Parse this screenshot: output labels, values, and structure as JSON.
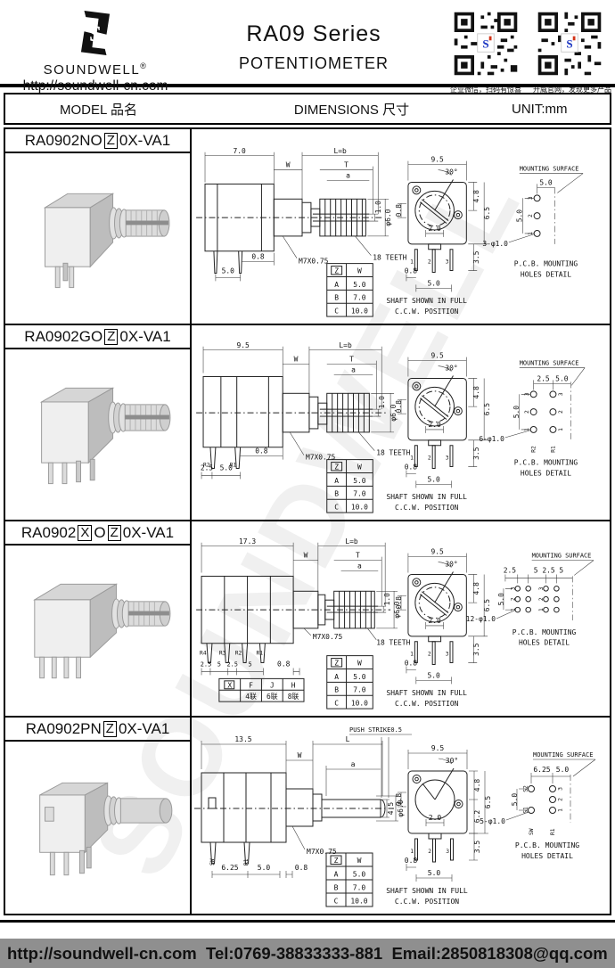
{
  "header": {
    "brand": "SOUNDWELL",
    "reg": "®",
    "url": "http://soundwell-cn.com",
    "title": "RA09 Series",
    "subtitle": "POTENTIOMETER",
    "qr_left_caption": "企业微信，扫码有惊喜",
    "qr_right_caption": "升威官网，发现更多产品"
  },
  "table_header": {
    "model": "MODEL 品名",
    "dimensions": "DIMENSIONS 尺寸",
    "unit": "UNIT:mm"
  },
  "watermark": "SOUNDWELL",
  "rows": [
    {
      "model": {
        "pre": "RA0902NO",
        "box1": "Z",
        "mid": "",
        "box2": "",
        "suf": "0X-VA1"
      },
      "side": {
        "d1": "7.0",
        "d2": "L=b",
        "w": "W",
        "t": "T",
        "a": "a",
        "slot": "1.0",
        "dia": "φ6.0",
        "thread": "M7X0.75",
        "teeth": "18 TEETH",
        "b1": "0.8",
        "b2": "5.0"
      },
      "front": {
        "top": "9.5",
        "angle": "30°",
        "left": "0.8",
        "r1": "4.8",
        "r2": "6.5",
        "r3": "3.5",
        "inner": "2.0",
        "b1": "0.8",
        "b2": "5.0",
        "p1": "1",
        "p2": "2",
        "p3": "3"
      },
      "pcb": {
        "surface": "MOUNTING SURFACE",
        "h1": "5.0",
        "v": "5.0",
        "holes": "3-φ1.0",
        "n3": "3",
        "n2": "2",
        "n1": "1",
        "cap1": "P.C.B. MOUNTING",
        "cap2": "HOLES DETAIL"
      },
      "zw": {
        "h1": "Z",
        "h2": "W",
        "r1l": "A",
        "r1v": "5.0",
        "r2l": "B",
        "r2v": "7.0",
        "r3l": "C",
        "r3v": "10.0"
      },
      "note1": "SHAFT SHOWN IN FULL",
      "note2": "C.C.W. POSITION"
    },
    {
      "model": {
        "pre": "RA0902GO",
        "box1": "Z",
        "mid": "",
        "box2": "",
        "suf": "0X-VA1"
      },
      "side": {
        "d1": "9.5",
        "d2": "L=b",
        "w": "W",
        "t": "T",
        "a": "a",
        "slot": "1.0",
        "dia": "φ6.0",
        "thread": "M7X0.75",
        "teeth": "18 TEETH",
        "b1": "0.8",
        "pl1": "R2",
        "pl2": "R1",
        "b0": "2.5",
        "b2": "5.0"
      },
      "front": {
        "top": "9.5",
        "angle": "30°",
        "left": "0.8",
        "r1": "4.8",
        "r2": "6.5",
        "r3": "3.5",
        "inner": "2.0",
        "b1": "0.8",
        "b2": "5.0",
        "p1": "1",
        "p2": "2",
        "p3": "3"
      },
      "pcb": {
        "surface": "MOUNTING SURFACE",
        "h0": "2.5",
        "h1": "5.0",
        "v": "5.0",
        "holes": "6-φ1.0",
        "n3": "3",
        "n2": "2",
        "n1": "1",
        "c1": "R2",
        "c2": "R1",
        "cap1": "P.C.B. MOUNTING",
        "cap2": "HOLES DETAIL"
      },
      "zw": {
        "h1": "Z",
        "h2": "W",
        "r1l": "A",
        "r1v": "5.0",
        "r2l": "B",
        "r2v": "7.0",
        "r3l": "C",
        "r3v": "10.0"
      },
      "note1": "SHAFT SHOWN IN FULL",
      "note2": "C.C.W. POSITION"
    },
    {
      "model": {
        "pre": "RA0902",
        "box1": "X",
        "mid": "O",
        "box2": "Z",
        "suf": "0X-VA1"
      },
      "side": {
        "d1": "17.3",
        "d2": "L=b",
        "w": "W",
        "t": "T",
        "a": "a",
        "slot": "1.0",
        "dia": "φ6.0",
        "thread": "M7X0.75",
        "teeth": "18 TEETH",
        "pl1": "R4",
        "pl2": "R3",
        "pl3": "R2",
        "pl4": "R1",
        "b0": "2.5",
        "b0b": "5",
        "b0c": "2.5",
        "b0d": "5",
        "b1": "0.8"
      },
      "xtable": {
        "h1": "X",
        "h2": "F",
        "h3": "J",
        "h4": "H",
        "v2": "4联",
        "v3": "6联",
        "v4": "8联"
      },
      "front": {
        "top": "9.5",
        "angle": "30°",
        "left": "0.8",
        "r1": "4.8",
        "r2": "6.5",
        "r3": "3.5",
        "inner": "2.0",
        "b1": "0.8",
        "b2": "5.0",
        "p1": "1",
        "p2": "2",
        "p3": "3"
      },
      "pcb": {
        "surface": "MOUNTING SURFACE",
        "h0": "2.5",
        "h1": "5 2.5 5",
        "v": "5.0",
        "holes": "12-φ1.0",
        "n3": "3",
        "n2": "2",
        "n1": "1",
        "cap1": "P.C.B. MOUNTING",
        "cap2": "HOLES DETAIL"
      },
      "zw": {
        "h1": "Z",
        "h2": "W",
        "r1l": "A",
        "r1v": "5.0",
        "r2l": "B",
        "r2v": "7.0",
        "r3l": "C",
        "r3v": "10.0"
      },
      "note1": "SHAFT SHOWN IN FULL",
      "note2": "C.C.W. POSITION"
    },
    {
      "model": {
        "pre": "RA0902PN",
        "box1": "Z",
        "mid": "",
        "box2": "",
        "suf": "0X-VA1"
      },
      "push": "PUSH STRIKE0.5",
      "side": {
        "d1": "13.5",
        "d2": "L",
        "w": "W",
        "a": "a",
        "slot": "4.5",
        "dia": "φ6.0",
        "thread": "M7X0.75",
        "pl1": "SW",
        "pl2": "R1",
        "b1": "6.25",
        "b2": "5.0",
        "b3": "0.8"
      },
      "front": {
        "top": "9.5",
        "angle": "30°",
        "left": "0.8",
        "r1": "4.8",
        "r2a": "6.2",
        "r2": "6.5",
        "r3": "3.5",
        "inner": "2.0",
        "b1": "0.8",
        "b2": "5.0",
        "p1": "1",
        "p2": "2",
        "p3": "3"
      },
      "pcb": {
        "surface": "MOUNTING SURFACE",
        "h0": "6.25",
        "h1": "5.0",
        "v": "5.0",
        "holes": "5-φ1.0",
        "s2": "S2",
        "s1": "S1",
        "n3": "3",
        "n2": "2",
        "n1": "1",
        "c1": "SW",
        "c2": "R1",
        "cap1": "P.C.B. MOUNTING",
        "cap2": "HOLES DETAIL"
      },
      "zw": {
        "h1": "Z",
        "h2": "W",
        "r1l": "A",
        "r1v": "5.0",
        "r2l": "B",
        "r2v": "7.0",
        "r3l": "C",
        "r3v": "10.0"
      },
      "note1": "SHAFT SHOWN IN FULL",
      "note2": "C.C.W. POSITION"
    }
  ],
  "footer": {
    "text": "http://soundwell-cn.com  Tel:0769-38833333-881  Email:2850818308@qq.com"
  }
}
